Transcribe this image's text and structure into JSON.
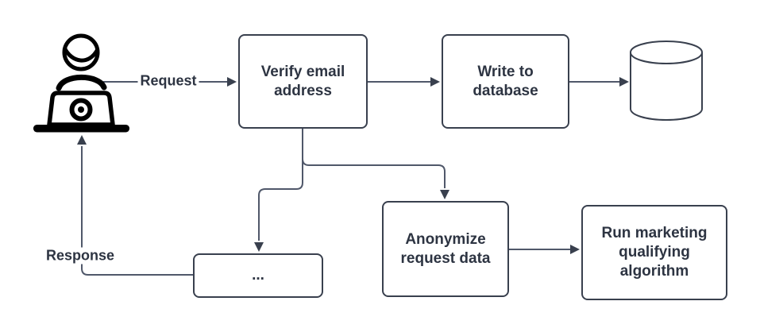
{
  "diagram": {
    "type": "flowchart",
    "nodes": {
      "user": {
        "label": "",
        "icon": "person-at-laptop-icon"
      },
      "verify": {
        "label": "Verify email address"
      },
      "write": {
        "label": "Write to database"
      },
      "database": {
        "label": "",
        "icon": "database-cylinder-icon"
      },
      "ellipsis": {
        "label": "..."
      },
      "anonymize": {
        "label": "Anonymize request data"
      },
      "run": {
        "label": "Run marketing qualifying algorithm"
      }
    },
    "edges": [
      {
        "from": "user",
        "to": "verify",
        "label": "Request"
      },
      {
        "from": "verify",
        "to": "write",
        "label": ""
      },
      {
        "from": "write",
        "to": "database",
        "label": ""
      },
      {
        "from": "verify",
        "to": "ellipsis",
        "label": ""
      },
      {
        "from": "verify",
        "to": "anonymize",
        "label": ""
      },
      {
        "from": "anonymize",
        "to": "run",
        "label": ""
      },
      {
        "from": "ellipsis",
        "to": "user",
        "label": "Response"
      }
    ],
    "colors": {
      "background": "#ffffff",
      "node_fill": "#ffffff",
      "node_border": "#39404e",
      "connector": "#50586a",
      "arrowhead": "#39404e",
      "text": "#2d3442",
      "icon": "#000000"
    }
  }
}
